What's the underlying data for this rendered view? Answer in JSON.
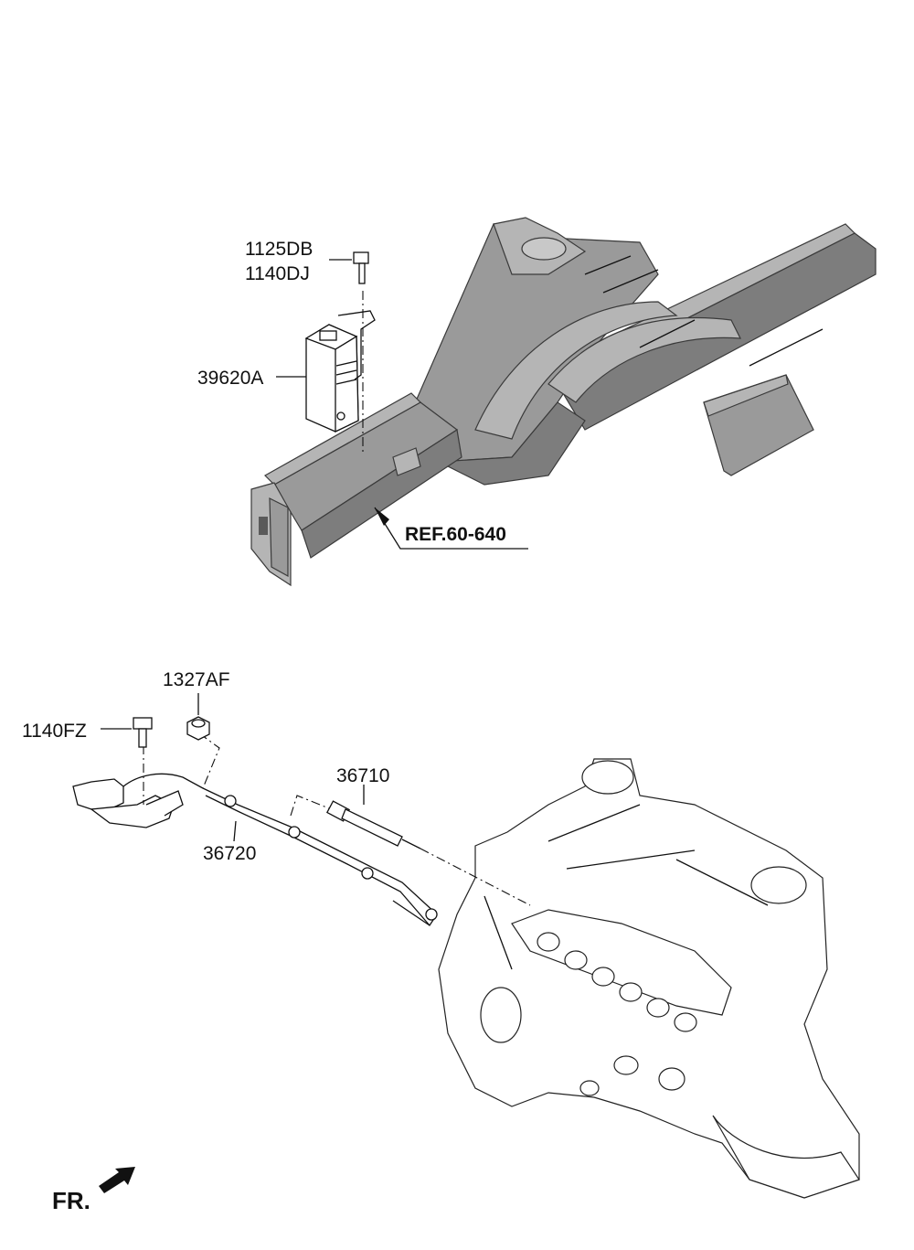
{
  "labels": {
    "bolt_top": "1125DB",
    "bolt_top_alt": "1140DJ",
    "glow_controller": "39620A",
    "ref": "REF.60-640",
    "nut": "1327AF",
    "bolt_lower": "1140FZ",
    "glow_plug": "36710",
    "harness": "36720",
    "front": "FR."
  },
  "icons": {
    "front_arrow": "front-direction-arrow-icon"
  },
  "colors": {
    "frame_fill": "#9a9a9a",
    "line": "#111111"
  }
}
